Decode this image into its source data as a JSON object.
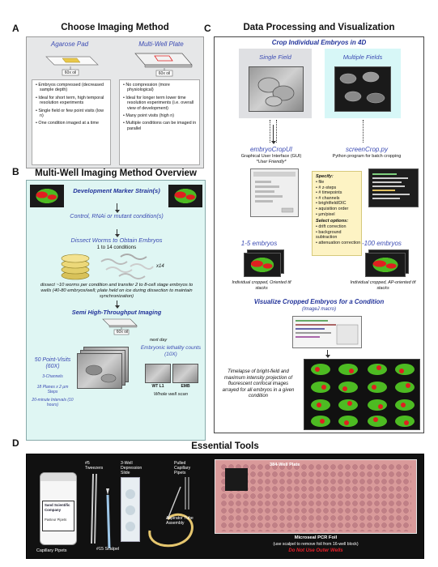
{
  "panelA": {
    "label": "A",
    "title": "Choose Imaging Method",
    "left_head": "Agarose Pad",
    "right_head": "Multi-Well Plate",
    "left_tag": "60x oil",
    "right_tag": "60x oil",
    "left_bullets": [
      "• Embryos compressed (decreased sample depth)",
      "• Ideal for short term, high temporal resolution experiments",
      "• Single field or few point visits (low n)",
      "• One condition imaged at a time"
    ],
    "right_bullets": [
      "• No compression (more physiological)",
      "• Ideal for longer term lower time resolution experiments (i.e. overall view of development)",
      "• Many point visits (high n)",
      "• Multiple conditions can be imaged in parallel"
    ]
  },
  "panelB": {
    "label": "B",
    "title": "Multi-Well Imaging Method Overview",
    "step1": "Development Marker Strain(s)",
    "step2": "Control, RNAi or mutant condition(s)",
    "step3": "Dissect Worms to Obtain Embryos",
    "conditions": "1 to 14 conditions",
    "x14": "x14",
    "dissect_text": "dissect ~10 worms per condition and transfer 2 to 8-cell stage embryos to wells (40-80 embryos/well; plate held on ice during dissection to maintain synchronization)",
    "step4": "Semi High-Throughput Imaging",
    "tag": "60x oil",
    "next_day": "next day",
    "visits_title": "50 Point-Visits (60X)",
    "visits_detail": [
      "3-Channels",
      "18 Planes x 2 µm Steps",
      "20-minute Intervals (10 hours)"
    ],
    "lethality_title": "Embryonic lethality counts (10X)",
    "wt_label": "WT L1",
    "emb_label": "EMB",
    "whole_well": "Whole well scan"
  },
  "panelC": {
    "label": "C",
    "title": "Data Processing and Visualization",
    "subtitle": "Crop Individual Embryos in 4D",
    "single_field": "Single Field",
    "multiple_fields": "Multiple Fields",
    "gui_name": "embryoCropUI",
    "gui_desc": "Graphical User Interface (GUI)",
    "gui_note": "*User Friendly*",
    "script_name": "screenCrop.py",
    "script_desc": "Python program for batch cropping",
    "specify_head": "Specify:",
    "specify_items": [
      "• file",
      "• # z-steps",
      "• # timepoints",
      "• # channels",
      "• brightfield/DIC",
      "• aquisition order",
      "• µm/pixel"
    ],
    "options_head": "Select options:",
    "options_items": [
      "• drift correction",
      "• background subtraction",
      "• attenuation correction"
    ],
    "few_embryos": "1-5 embryos",
    "many_embryos": "80-100 embryos",
    "few_desc": "Individual cropped, Oriented tif stacks",
    "many_desc": "Individual cropped, AP-oriented tif stacks",
    "visualize": "Visualize Cropped Embryos for a Condition",
    "macro": "(ImageJ macro)",
    "timelapse_text": "Timelapse of bright-field and maximum intensity projection of fluorescent confocal images arrayed for all embryos in a given condition"
  },
  "panelD": {
    "label": "D",
    "title": "Essential Tools",
    "items": {
      "tweezers": "#5 Tweezers",
      "depression": "3-Well Depression Slide",
      "pulled": "Pulled Capillary Pipets",
      "aspirator": "Aspirator Tube Assembly",
      "capillary": "Capillary Pipets",
      "scalpel": "#15 Scalpel",
      "plate": "384-Well Plate",
      "foil": "Microseal PCR Foil",
      "foil_note": "(use scalpel to remove foil from 16-well block)",
      "warning": "Do Not Use Outer Wells"
    },
    "bottle_lines": [
      "Sand Scientific",
      "Company",
      "Pasteur Pipets"
    ]
  },
  "colors": {
    "panelA_bg": "#e6e7e8",
    "panelB_bg": "#dff6f3",
    "title_blue": "#22339a",
    "warning_red": "#e8202a",
    "plate_pink": "#d99a9a"
  }
}
